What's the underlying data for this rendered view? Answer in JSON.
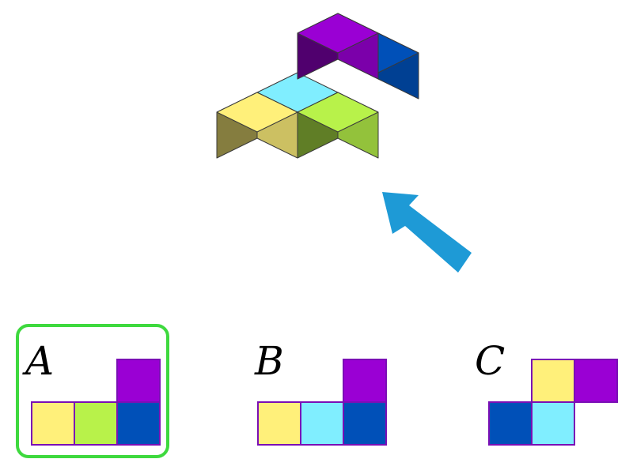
{
  "colors": {
    "purple": "#9A00D4",
    "blue": "#0050B8",
    "yellow": "#FFF07A",
    "cyan": "#80EEFF",
    "lime": "#B8F24A",
    "selection_border": "#3ED93E",
    "arrow": "#1E9AD6",
    "outline": "#7A0FB5"
  },
  "figure": {
    "cubes": [
      {
        "name": "cube-cyan",
        "color": "cyan"
      },
      {
        "name": "cube-blue",
        "color": "blue"
      },
      {
        "name": "cube-yellow",
        "color": "yellow"
      },
      {
        "name": "cube-lime",
        "color": "lime"
      },
      {
        "name": "cube-purple",
        "color": "purple"
      }
    ],
    "arrow_icon": "view-direction-arrow-icon"
  },
  "options": [
    {
      "label": "A",
      "selected": true,
      "cells": [
        [
          "",
          "",
          "purple"
        ],
        [
          "yellow",
          "lime",
          "blue"
        ]
      ]
    },
    {
      "label": "B",
      "selected": false,
      "cells": [
        [
          "",
          "",
          "purple"
        ],
        [
          "yellow",
          "cyan",
          "blue"
        ]
      ]
    },
    {
      "label": "C",
      "selected": false,
      "cells": [
        [
          "",
          "yellow",
          "purple"
        ],
        [
          "blue",
          "cyan",
          ""
        ]
      ]
    }
  ]
}
